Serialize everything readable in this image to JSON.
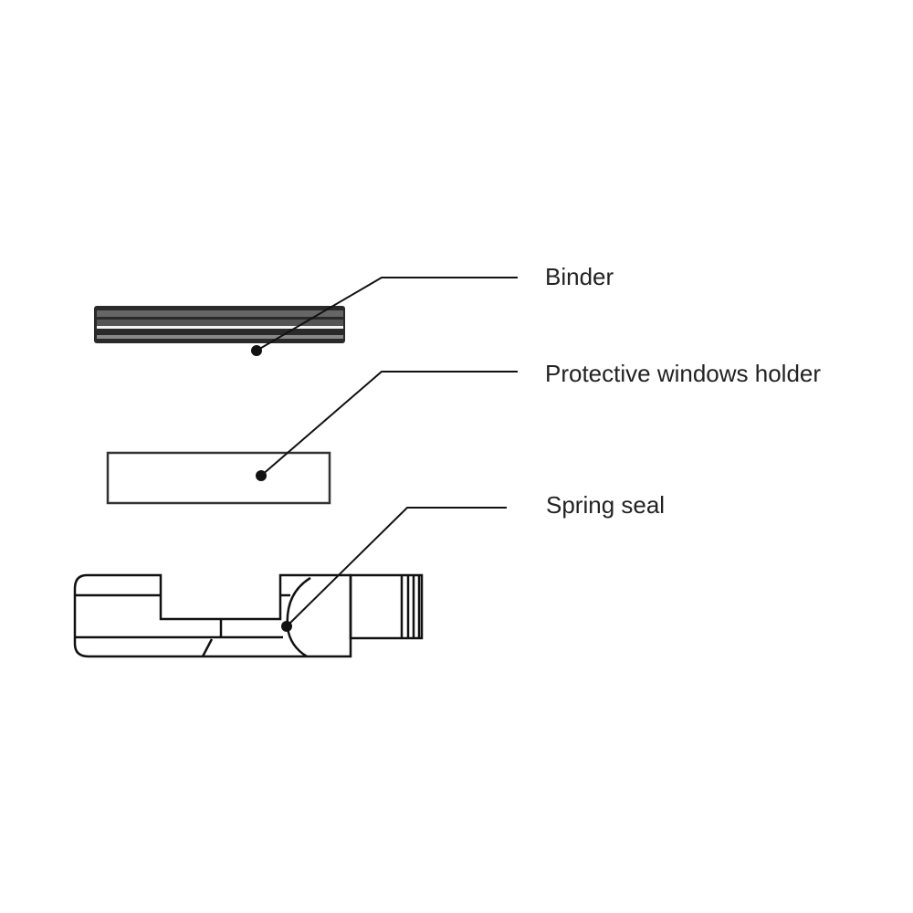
{
  "labels": {
    "binder": "Binder",
    "holder": "Protective windows holder",
    "spring_seal": "Spring seal"
  },
  "colors": {
    "line": "#111111",
    "shade": "#555555"
  }
}
